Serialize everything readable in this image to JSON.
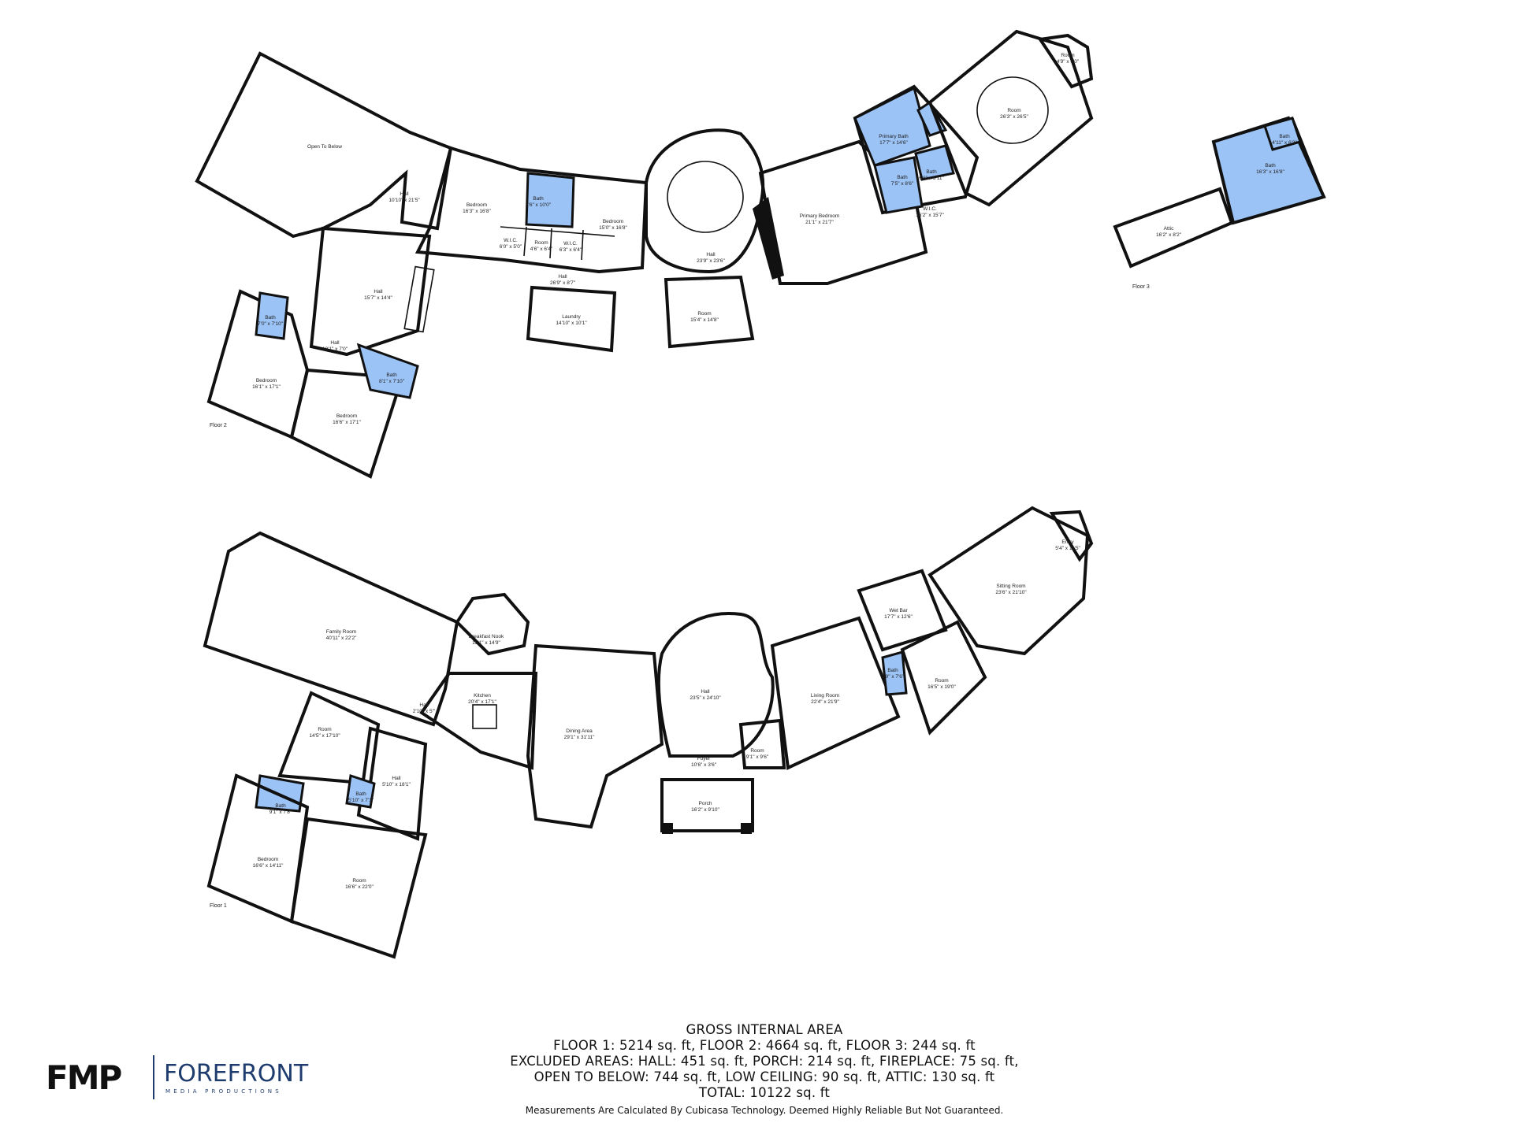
{
  "floors": {
    "floor2": {
      "label": "Floor 2",
      "rooms": [
        {
          "name": "Open To Below",
          "dims": ""
        },
        {
          "name": "Hall",
          "dims": "10'10\" x 21'5\""
        },
        {
          "name": "Bedroom",
          "dims": "16'3\" x 16'8\""
        },
        {
          "name": "Bath",
          "dims": "8'6\" x 10'0\""
        },
        {
          "name": "W.I.C.",
          "dims": "6'0\" x 5'0\""
        },
        {
          "name": "Room",
          "dims": "4'6\" x 6'4\""
        },
        {
          "name": "W.I.C.",
          "dims": "6'3\" x 6'4\""
        },
        {
          "name": "Bedroom",
          "dims": "15'0\" x 16'8\""
        },
        {
          "name": "Hall",
          "dims": "26'9\" x 8'7\""
        },
        {
          "name": "Hall",
          "dims": "23'9\" x 23'6\""
        },
        {
          "name": "Laundry",
          "dims": "14'10\" x 10'1\""
        },
        {
          "name": "Room",
          "dims": "15'4\" x 14'8\""
        },
        {
          "name": "Primary Bedroom",
          "dims": "21'1\" x 21'7\""
        },
        {
          "name": "Primary Bath",
          "dims": "17'7\" x 14'6\""
        },
        {
          "name": "Bath",
          "dims": "7'5\" x 8'6\""
        },
        {
          "name": "Bath",
          "dims": "6'6\" x 5'11\""
        },
        {
          "name": "W.I.C.",
          "dims": "16'2\" x 15'7\""
        },
        {
          "name": "Room",
          "dims": "26'3\" x 26'5\""
        },
        {
          "name": "Room",
          "dims": "4'9\" x 6'0\""
        },
        {
          "name": "Hall",
          "dims": "15'7\" x 14'4\""
        },
        {
          "name": "Bath",
          "dims": "7'0\" x 7'10\""
        },
        {
          "name": "Hall",
          "dims": "10'1\" x 7'0\""
        },
        {
          "name": "Bath",
          "dims": "8'1\" x 7'10\""
        },
        {
          "name": "Bedroom",
          "dims": "16'1\" x 17'1\""
        },
        {
          "name": "Bedroom",
          "dims": "16'6\" x 17'1\""
        }
      ]
    },
    "floor3": {
      "label": "Floor 3",
      "rooms": [
        {
          "name": "Attic",
          "dims": "16'2\" x 8'2\""
        },
        {
          "name": "Bath",
          "dims": "4'11\" x 6'3\""
        },
        {
          "name": "Bath",
          "dims": "16'3\" x 16'8\""
        }
      ]
    },
    "floor1": {
      "label": "Floor 1",
      "rooms": [
        {
          "name": "Family Room",
          "dims": "40'11\" x 22'2\""
        },
        {
          "name": "Breakfast Nook",
          "dims": "15'1\" x 14'9\""
        },
        {
          "name": "Kitchen",
          "dims": "20'4\" x 17'1\""
        },
        {
          "name": "Hall",
          "dims": "2'10\" x 5'\""
        },
        {
          "name": "Dining Area",
          "dims": "29'1\" x 31'11\""
        },
        {
          "name": "Hall",
          "dims": "23'5\" x 24'10\""
        },
        {
          "name": "Foyer",
          "dims": "10'6\" x 3'6\""
        },
        {
          "name": "Porch",
          "dims": "16'2\" x 9'10\""
        },
        {
          "name": "Room",
          "dims": "9'1\" x 9'6\""
        },
        {
          "name": "Living Room",
          "dims": "22'4\" x 21'9\""
        },
        {
          "name": "Wet Bar",
          "dims": "17'7\" x 12'6\""
        },
        {
          "name": "Bath",
          "dims": "5'9\" x 7'6\""
        },
        {
          "name": "Room",
          "dims": "16'5\" x 19'0\""
        },
        {
          "name": "Sitting Room",
          "dims": "23'6\" x 21'10\""
        },
        {
          "name": "Entry",
          "dims": "5'4\" x 11'5\""
        },
        {
          "name": "Room",
          "dims": "14'5\" x 17'10\""
        },
        {
          "name": "Hall",
          "dims": "5'10\" x 18'1\""
        },
        {
          "name": "Bath",
          "dims": "5'10\" x 7'1\""
        },
        {
          "name": "Bath",
          "dims": "9'1\" x 7'8\""
        },
        {
          "name": "Bedroom",
          "dims": "16'6\" x 14'11\""
        },
        {
          "name": "Room",
          "dims": "16'6\" x 22'0\""
        }
      ]
    }
  },
  "footer": {
    "title": "GROSS INTERNAL AREA",
    "line1": "FLOOR 1: 5214 sq. ft, FLOOR 2: 4664 sq. ft, FLOOR 3: 244 sq. ft",
    "line2": "EXCLUDED AREAS: HALL: 451 sq. ft, PORCH: 214 sq. ft, FIREPLACE: 75 sq. ft,",
    "line3": "OPEN TO BELOW: 744 sq. ft, LOW CEILING: 90 sq. ft, ATTIC: 130 sq. ft",
    "total": "TOTAL: 10122 sq. ft",
    "disclaimer": "Measurements Are Calculated By Cubicasa Technology. Deemed Highly Reliable But Not Guaranteed."
  },
  "logo": {
    "mark": "FMP",
    "name": "FOREFRONT",
    "subtitle": "MEDIA PRODUCTIONS"
  },
  "colors": {
    "bath_fill": "#9cc3f5",
    "wall": "#111111",
    "logo_blue": "#1f3c6e"
  }
}
